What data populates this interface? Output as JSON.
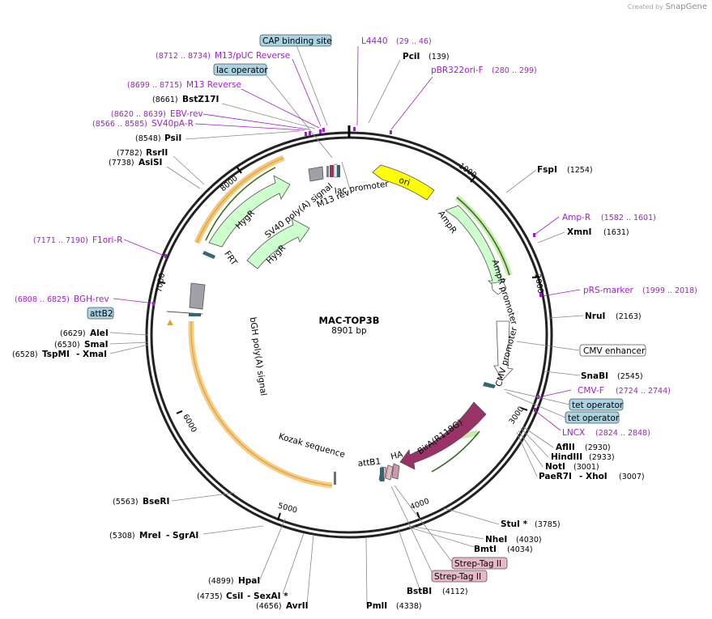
{
  "credit": {
    "prefix": "Created by",
    "brand": "SnapGene"
  },
  "plasmid": {
    "name": "MAC-TOP3B",
    "size": "8901 bp"
  },
  "ticks": [
    "1000",
    "2000",
    "3000",
    "4000",
    "5000",
    "6000",
    "7000",
    "8000"
  ],
  "boxes": [
    {
      "label": "CAP binding site"
    },
    {
      "label": "lac operator"
    },
    {
      "label": "attB2"
    },
    {
      "label": "CMV enhancer"
    },
    {
      "label": "tet operator"
    },
    {
      "label": "tet operator"
    },
    {
      "label": "Strep-Tag II"
    },
    {
      "label": "Strep-Tag II"
    }
  ],
  "primers": [
    {
      "name": "L4440",
      "range": "(29 .. 46)"
    },
    {
      "name": "M13/pUC Reverse",
      "range": "(8712 .. 8734)"
    },
    {
      "name": "pBR322ori-F",
      "range": "(280 .. 299)"
    },
    {
      "name": "M13 Reverse",
      "range": "(8699 .. 8715)"
    },
    {
      "name": "EBV-rev",
      "range": "(8620 .. 8639)"
    },
    {
      "name": "SV40pA-R",
      "range": "(8566 .. 8585)"
    },
    {
      "name": "Amp-R",
      "range": "(1582 .. 1601)"
    },
    {
      "name": "F1ori-R",
      "range": "(7171 .. 7190)"
    },
    {
      "name": "pRS-marker",
      "range": "(1999 .. 2018)"
    },
    {
      "name": "BGH-rev",
      "range": "(6808 .. 6825)"
    },
    {
      "name": "CMV-F",
      "range": "(2724 .. 2744)"
    },
    {
      "name": "LNCX",
      "range": "(2824 .. 2848)"
    }
  ],
  "sites": [
    {
      "name": "PciI",
      "pos": "(139)"
    },
    {
      "name": "BstZ17I",
      "pos": "(8661)"
    },
    {
      "name": "PsiI",
      "pos": "(8548)"
    },
    {
      "name": "RsrII",
      "pos": "(7782)"
    },
    {
      "name": "AsiSI",
      "pos": "(7738)"
    },
    {
      "name": "FspI",
      "pos": "(1254)"
    },
    {
      "name": "XmnI",
      "pos": "(1631)"
    },
    {
      "name": "NruI",
      "pos": "(2163)"
    },
    {
      "name": "AleI",
      "pos": "(6629)"
    },
    {
      "name": "SmaI",
      "pos": "(6530)"
    },
    {
      "name": "TspMI",
      "pos": "(6528)",
      "extra": "- XmaI"
    },
    {
      "name": "SnaBI",
      "pos": "(2545)"
    },
    {
      "name": "AflII",
      "pos": "(2930)"
    },
    {
      "name": "HindIII",
      "pos": "(2933)"
    },
    {
      "name": "NotI",
      "pos": "(3001)"
    },
    {
      "name": "PaeR7I",
      "pos": "(3007)",
      "extra": "- XhoI"
    },
    {
      "name": "StuI *",
      "pos": "(3785)"
    },
    {
      "name": "NheI",
      "pos": "(4030)"
    },
    {
      "name": "BmtI",
      "pos": "(4034)"
    },
    {
      "name": "BstBI",
      "pos": "(4112)"
    },
    {
      "name": "BseRI",
      "pos": "(5563)"
    },
    {
      "name": "MreI",
      "pos": "(5308)",
      "extra": "- SgrAI"
    },
    {
      "name": "HpaI",
      "pos": "(4899)"
    },
    {
      "name": "CsiI",
      "pos": "(4735)",
      "extra": "- SexAI *"
    },
    {
      "name": "AvrII",
      "pos": "(4656)"
    },
    {
      "name": "PmlI",
      "pos": "(4338)"
    }
  ],
  "features": [
    {
      "label": "ori",
      "color": "#ffff00"
    },
    {
      "label": "AmpR",
      "color": "#ccffcc"
    },
    {
      "label": "AmpR promoter",
      "color": "#ffffff"
    },
    {
      "label": "CMV promoter",
      "color": "#ffffff"
    },
    {
      "label": "BirA(R118G)",
      "color": "#993366"
    },
    {
      "label": "HA",
      "color": "#cc99aa"
    },
    {
      "label": "attB1",
      "color": "#336677"
    },
    {
      "label": "Kozak sequence",
      "color": "#808080"
    },
    {
      "label": "bGH poly(A) signal",
      "color": "#a0a0a8"
    },
    {
      "label": "FRT",
      "color": "#336677"
    },
    {
      "label": "HygR",
      "color": "#ccffcc"
    },
    {
      "label": "HygR",
      "color": "#ccffcc"
    },
    {
      "label": "SV40 poly(A) signal",
      "color": "#a0a0a8"
    },
    {
      "label": "M13 rev",
      "color": "#808080"
    },
    {
      "label": "lac promoter",
      "color": "#ffffff"
    }
  ],
  "colors": {
    "primer": "#a020c8",
    "box_fill": "#a8d4e4",
    "strep_fill": "#e8b8c8",
    "orf_outline": "#e8a020",
    "orf_arrow": "#2a6a10"
  }
}
